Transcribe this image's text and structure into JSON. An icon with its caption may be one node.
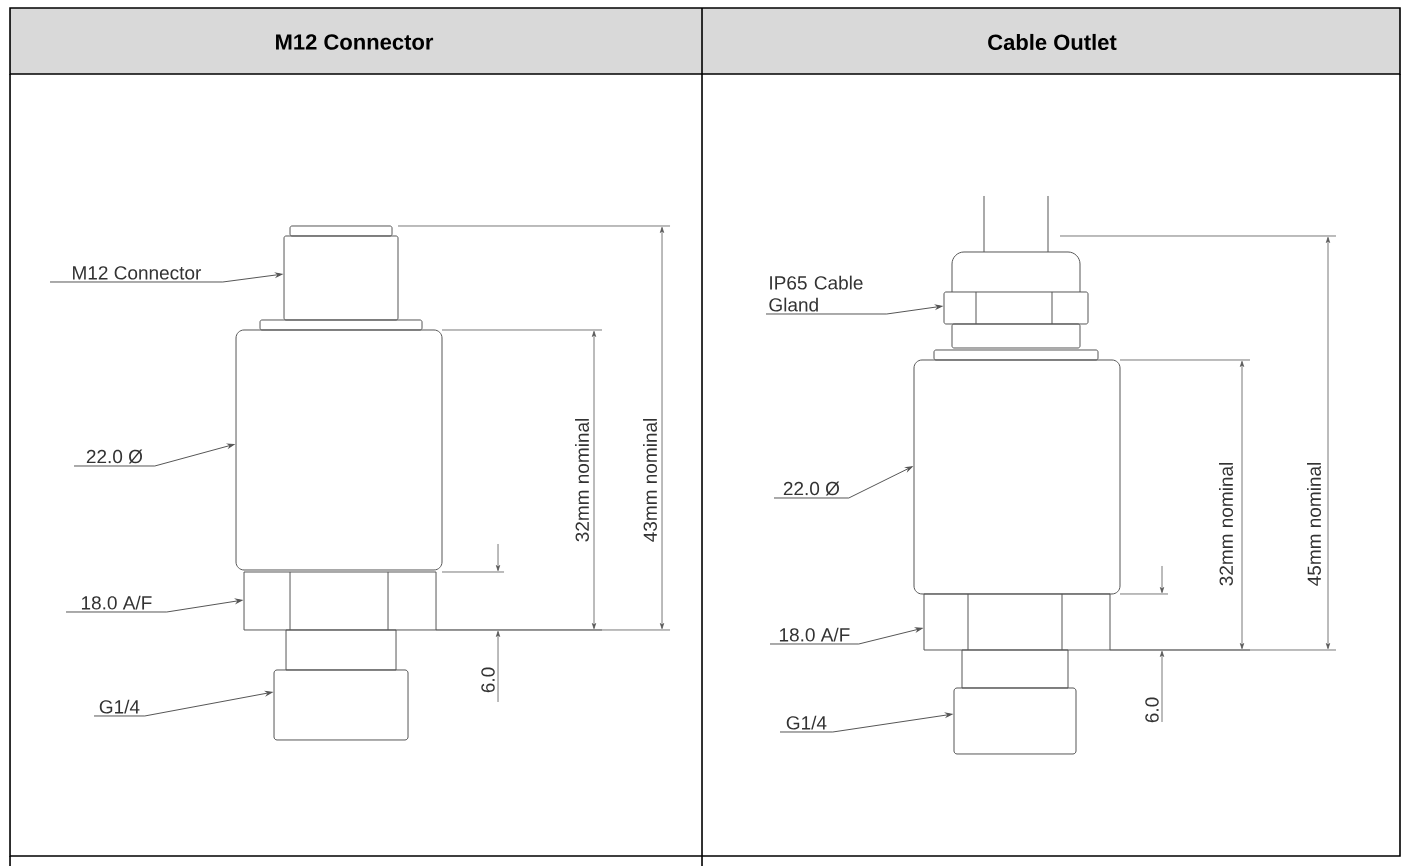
{
  "diagram": {
    "nodes": [
      {
        "text": [
          "M12 Connector"
        ]
      },
      {
        "text": [
          "22.0 Ø"
        ]
      },
      {
        "text": [
          "18.0 A/F"
        ]
      },
      {
        "text": [
          "G1/4"
        ]
      },
      {
        "text": [
          "IP65 Cable Gland"
        ]
      },
      {
        "text": [
          "22.0 Ø"
        ]
      },
      {
        "text": [
          "18.0 A/F"
        ]
      },
      {
        "text": [
          "G1/4"
        ]
      },
      {
        "text": [],
        "shape": "box"
      },
      {
        "text": [],
        "shape": "box"
      },
      {
        "text": [],
        "shape": "box"
      },
      {
        "text": [],
        "shape": "box"
      },
      {
        "text": [],
        "shape": "box"
      },
      {
        "text": [],
        "shape": "box"
      },
      {
        "text": [],
        "shape": "box"
      },
      {
        "text": [],
        "shape": "box"
      }
    ],
    "edges": [
      {
        "from": 0,
        "to": 8,
        "arrow": "to"
      },
      {
        "from": 1,
        "to": 9,
        "arrow": "to"
      },
      {
        "from": 2,
        "to": 10,
        "arrow": "to"
      },
      {
        "from": 3,
        "to": 11,
        "arrow": "to"
      },
      {
        "from": 4,
        "to": 12,
        "arrow": "to"
      },
      {
        "from": 5,
        "to": 13,
        "arrow": "to"
      },
      {
        "from": 6,
        "to": 14,
        "arrow": "to"
      },
      {
        "from": 7,
        "to": 15,
        "arrow": "to"
      }
    ],
    "labels": [
      "M12 Connector",
      "Cable Outlet",
      "32mm nominal",
      "43mm nominal",
      "6.0",
      "32mm nominal",
      "45mm nominal",
      "6.0"
    ]
  }
}
